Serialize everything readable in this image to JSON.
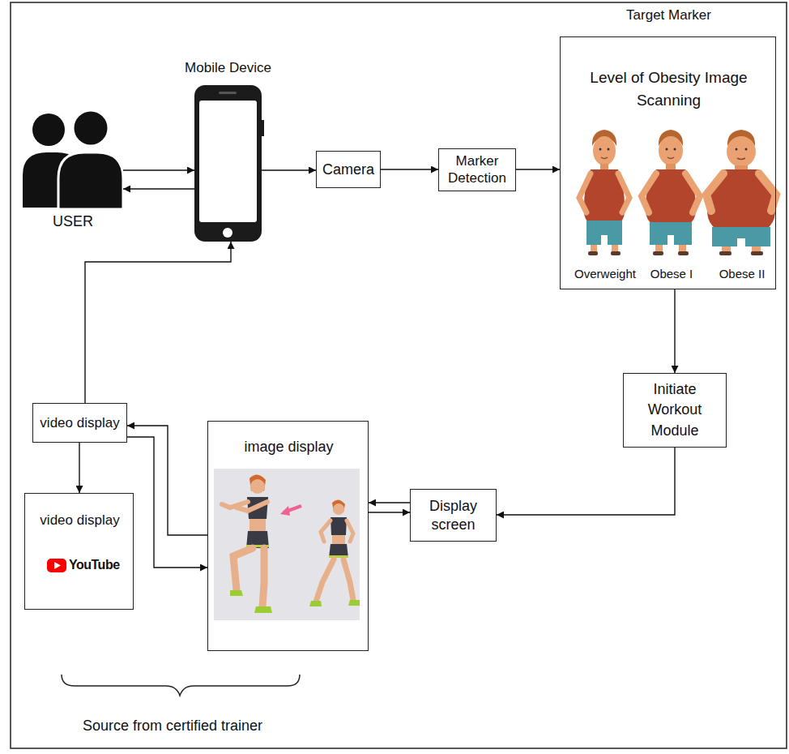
{
  "diagram": {
    "nodes": [
      {
        "text": [
          "USER"
        ]
      },
      {
        "text": [
          "Mobile Device"
        ]
      },
      {
        "text": [
          "Camera"
        ]
      },
      {
        "text": [
          "Marker Detection"
        ]
      },
      {
        "text": [
          "Target Marker",
          "Level of Obesity Image Scanning",
          "Overweight",
          "Obese I",
          "Obese II"
        ]
      },
      {
        "text": [
          "Initiate Workout Module"
        ]
      },
      {
        "text": [
          "Display screen"
        ]
      },
      {
        "text": [
          "image display"
        ]
      },
      {
        "text": [
          "video display"
        ]
      },
      {
        "text": [
          "video display",
          "YouTube"
        ]
      }
    ],
    "edges": [
      {
        "from": 0,
        "to": 1,
        "arrow": "to"
      },
      {
        "from": 1,
        "to": 0,
        "arrow": "to"
      },
      {
        "from": 1,
        "to": 2,
        "arrow": "to"
      },
      {
        "from": 2,
        "to": 3,
        "arrow": "to"
      },
      {
        "from": 3,
        "to": 4,
        "arrow": "to"
      },
      {
        "from": 4,
        "to": 5,
        "arrow": "to"
      },
      {
        "from": 5,
        "to": 6,
        "arrow": "to"
      },
      {
        "from": 6,
        "to": 7,
        "arrow": "to"
      },
      {
        "from": 7,
        "to": 6,
        "arrow": "to"
      },
      {
        "from": 7,
        "to": 8,
        "arrow": "to"
      },
      {
        "from": 8,
        "to": 7,
        "arrow": "to"
      },
      {
        "from": 8,
        "to": 9,
        "arrow": "to"
      },
      {
        "from": 8,
        "to": 1,
        "arrow": "to"
      }
    ],
    "labels": [
      "Source from certified trainer"
    ]
  }
}
